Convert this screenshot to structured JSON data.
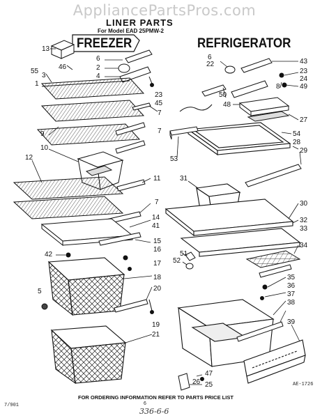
{
  "watermark": "AppliancePartsPros.com",
  "title": "LINER PARTS",
  "model_line": "For Model EAD 25PMW-2",
  "sections": {
    "freezer": "FREEZER",
    "refrigerator": "REFRIGERATOR"
  },
  "footer": "FOR ORDERING INFORMATION REFER TO PARTS PRICE LIST",
  "diagram_code": "AE-1726",
  "date_code": "7/901",
  "page_number": "6",
  "handwritten_note": "336-6-6",
  "freezer_callouts": [
    "13",
    "46",
    "55",
    "3",
    "1",
    "6",
    "2",
    "4",
    "23",
    "45",
    "7",
    "9",
    "7",
    "10",
    "11",
    "12",
    "7",
    "14",
    "41",
    "42",
    "15",
    "16",
    "17",
    "18",
    "5",
    "20",
    "19",
    "21"
  ],
  "refrigerator_callouts": [
    "6",
    "22",
    "43",
    "23",
    "24",
    "49",
    "50",
    "8",
    "48",
    "27",
    "54",
    "28",
    "29",
    "53",
    "31",
    "30",
    "32",
    "33",
    "34",
    "51",
    "52",
    "35",
    "36",
    "37",
    "38",
    "39",
    "47",
    "26",
    "25"
  ]
}
